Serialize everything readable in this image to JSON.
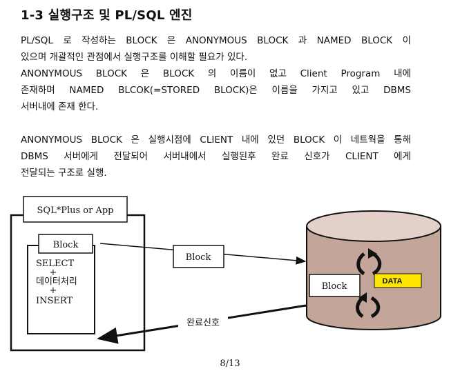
{
  "heading": "1-3 실행구조 및 PL/SQL 엔진",
  "paragraph1": [
    "PL/SQL 로 작성하는 BLOCK 은 ANONYMOUS BLOCK 과 NAMED BLOCK 이",
    "있으며 개괄적인 관점에서 실행구조를 이해할 필요가 있다.",
    "ANONYMOUS BLOCK 은 BLOCK 의 이름이 없고 Client Program 내에",
    "존재하며 NAMED BLCOK(=STORED BLOCK)은 이름을 가지고 있고 DBMS",
    "서버내에 존재 한다."
  ],
  "paragraph2": [
    "ANONYMOUS BLOCK 은 실행시점에 CLIENT 내에 있던 BLOCK 이 네트웍을 통해",
    "DBMS 서버에게 전달되어 서버내에서 실행된후 완료 신호가 CLIENT 에게",
    "전달되는 구조로 실행."
  ],
  "diagram": {
    "client_label": "SQL*Plus or App",
    "client_block_label": "Block",
    "client_block_body": [
      "SELECT",
      "+",
      "데이터처리",
      "+",
      "INSERT"
    ],
    "transfer_block_label": "Block",
    "server_block_label": "Block",
    "data_label": "DATA",
    "completion_label": "완료신호",
    "colors": {
      "cylinder_body": "#c4a59a",
      "cylinder_top": "#e2d0c9",
      "data_fill": "#ffe600",
      "line": "#111111"
    }
  },
  "page_number": "8/13"
}
